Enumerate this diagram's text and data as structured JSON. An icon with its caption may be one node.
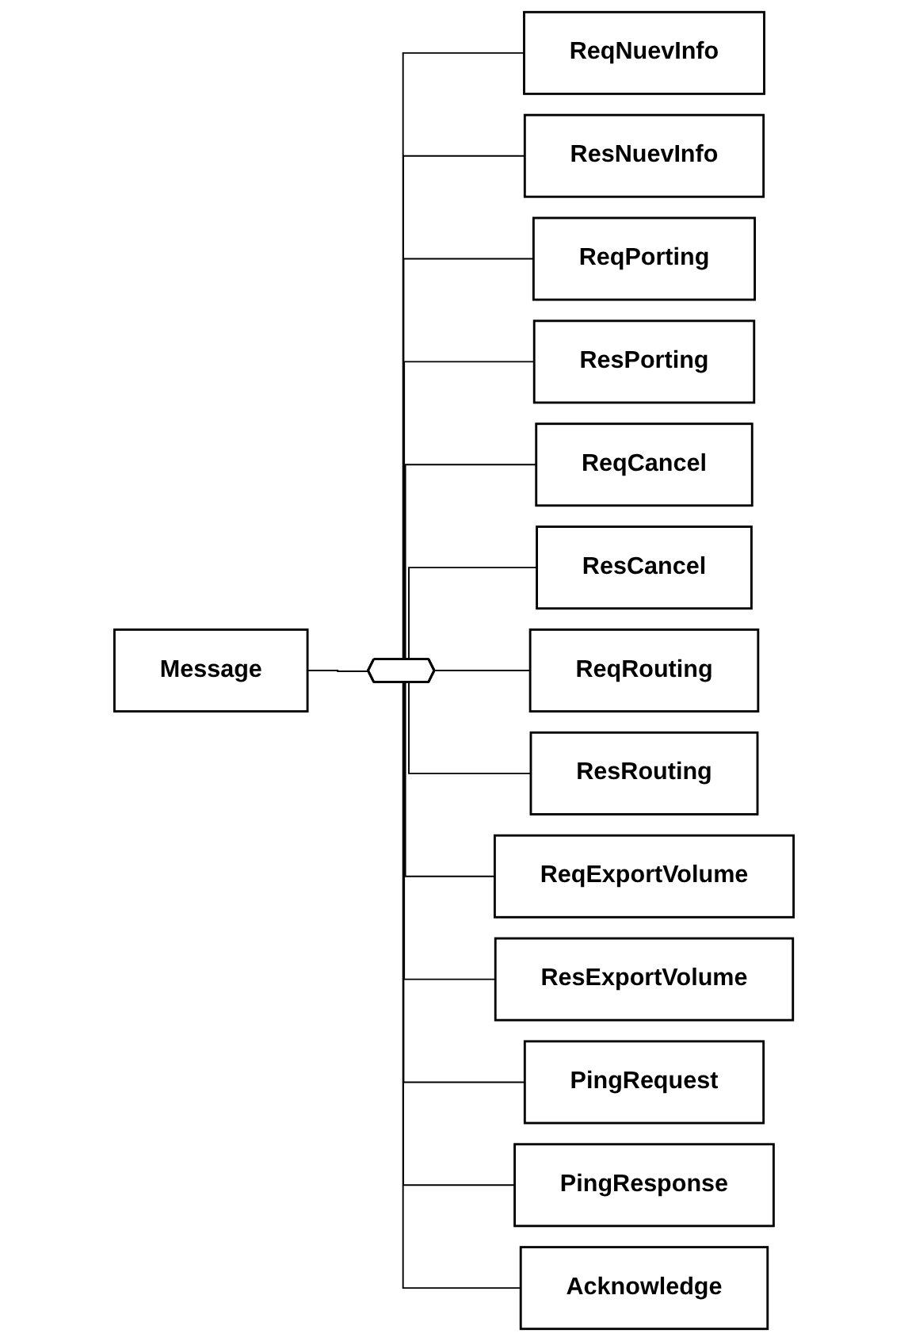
{
  "diagram": {
    "nodes": [
      {
        "text": [
          "Message"
        ]
      },
      {
        "text": [],
        "shape": "octagon"
      },
      {
        "text": [
          "ReqNuevInfo"
        ]
      },
      {
        "text": [
          "ResNuevInfo"
        ]
      },
      {
        "text": [
          "ReqPorting"
        ]
      },
      {
        "text": [
          "ResPorting"
        ]
      },
      {
        "text": [
          "ReqCancel"
        ]
      },
      {
        "text": [
          "ResCancel"
        ]
      },
      {
        "text": [
          "ReqRouting"
        ]
      },
      {
        "text": [
          "ResRouting"
        ]
      },
      {
        "text": [
          "ReqExportVolume"
        ]
      },
      {
        "text": [
          "ResExportVolume"
        ]
      },
      {
        "text": [
          "PingRequest"
        ]
      },
      {
        "text": [
          "PingResponse"
        ]
      },
      {
        "text": [
          "Acknowledge"
        ]
      }
    ],
    "edges": [
      {
        "from": 0,
        "to": 1,
        "arrow": "none"
      },
      {
        "from": 1,
        "to": 2,
        "arrow": "none"
      },
      {
        "from": 1,
        "to": 3,
        "arrow": "none"
      },
      {
        "from": 1,
        "to": 4,
        "arrow": "none"
      },
      {
        "from": 1,
        "to": 5,
        "arrow": "none"
      },
      {
        "from": 1,
        "to": 6,
        "arrow": "none"
      },
      {
        "from": 1,
        "to": 7,
        "arrow": "none"
      },
      {
        "from": 1,
        "to": 8,
        "arrow": "none"
      },
      {
        "from": 1,
        "to": 9,
        "arrow": "none"
      },
      {
        "from": 1,
        "to": 10,
        "arrow": "none"
      },
      {
        "from": 1,
        "to": 11,
        "arrow": "none"
      },
      {
        "from": 1,
        "to": 12,
        "arrow": "none"
      },
      {
        "from": 1,
        "to": 13,
        "arrow": "none"
      },
      {
        "from": 1,
        "to": 14,
        "arrow": "none"
      }
    ]
  }
}
